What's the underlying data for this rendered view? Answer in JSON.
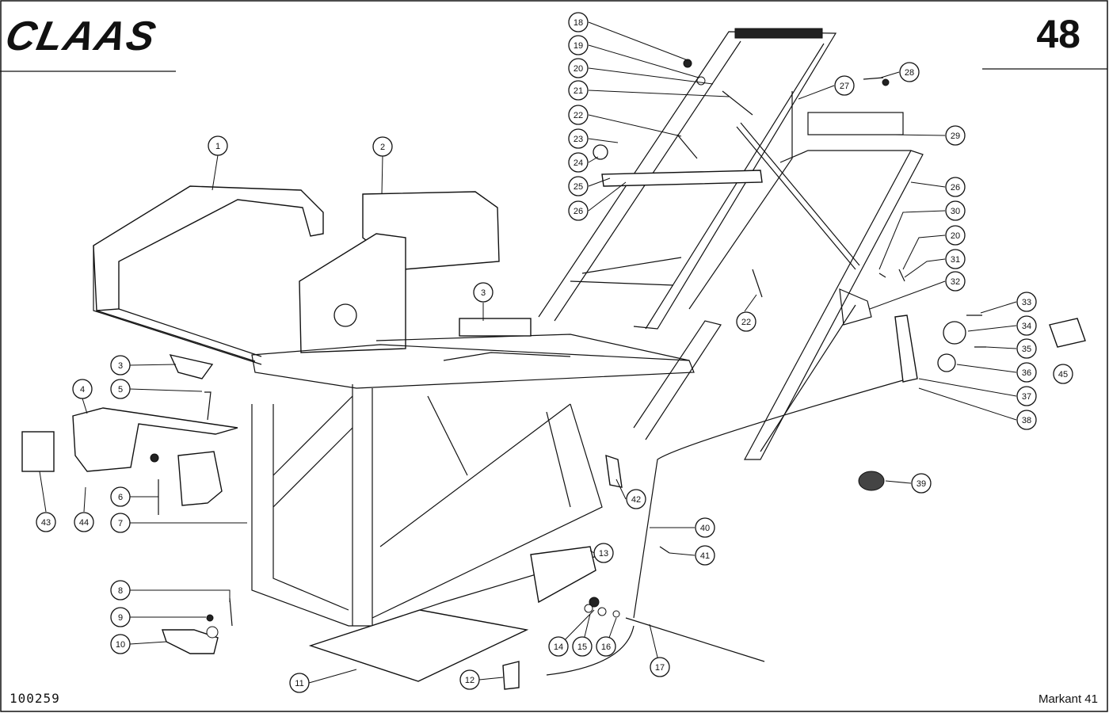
{
  "header": {
    "brand": "CLAAS",
    "page_number": "48"
  },
  "footer": {
    "document_number": "100259",
    "model": "Markant 41"
  },
  "callouts": [
    {
      "label": "18"
    },
    {
      "label": "19"
    },
    {
      "label": "20"
    },
    {
      "label": "21"
    },
    {
      "label": "22"
    },
    {
      "label": "23"
    },
    {
      "label": "24"
    },
    {
      "label": "25"
    },
    {
      "label": "26"
    },
    {
      "label": "28"
    },
    {
      "label": "27"
    },
    {
      "label": "29"
    },
    {
      "label": "26"
    },
    {
      "label": "30"
    },
    {
      "label": "20"
    },
    {
      "label": "31"
    },
    {
      "label": "32"
    },
    {
      "label": "22"
    },
    {
      "label": "33"
    },
    {
      "label": "34"
    },
    {
      "label": "35"
    },
    {
      "label": "36"
    },
    {
      "label": "37"
    },
    {
      "label": "38"
    },
    {
      "label": "45"
    },
    {
      "label": "39"
    },
    {
      "label": "1"
    },
    {
      "label": "2"
    },
    {
      "label": "3"
    },
    {
      "label": "3"
    },
    {
      "label": "4"
    },
    {
      "label": "5"
    },
    {
      "label": "6"
    },
    {
      "label": "7"
    },
    {
      "label": "43"
    },
    {
      "label": "44"
    },
    {
      "label": "42"
    },
    {
      "label": "40"
    },
    {
      "label": "41"
    },
    {
      "label": "13"
    },
    {
      "label": "8"
    },
    {
      "label": "9"
    },
    {
      "label": "10"
    },
    {
      "label": "14"
    },
    {
      "label": "15"
    },
    {
      "label": "16"
    },
    {
      "label": "17"
    },
    {
      "label": "11"
    },
    {
      "label": "12"
    }
  ]
}
